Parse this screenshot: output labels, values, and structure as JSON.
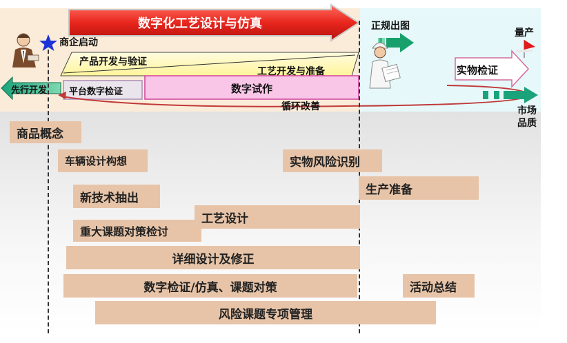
{
  "header": {
    "banner": "数字化工艺设计与仿真",
    "milestone_start": "商企启动",
    "milestone_drawing": "正规出图",
    "milestone_mass": "量产"
  },
  "phases": {
    "product_dev": "产品开发与验证",
    "process_dev": "工艺开发与准备",
    "advance_dev": "先行开发",
    "platform_check": "平台数字检证",
    "digital_trial": "数字试作",
    "physical_check": "实物检证",
    "cycle": "循环改善",
    "market_quality": "市场\n品质"
  },
  "tasks": [
    {
      "label": "商品概念"
    },
    {
      "label": "车辆设计构想"
    },
    {
      "label": "实物风险识别"
    },
    {
      "label": "生产准备"
    },
    {
      "label": "新技术抽出"
    },
    {
      "label": "工艺设计"
    },
    {
      "label": "重大课题对策检讨"
    },
    {
      "label": "详细设计及修正"
    },
    {
      "label": "数字检证/仿真、课题对策"
    },
    {
      "label": "活动总结"
    },
    {
      "label": "风险课题专项管理"
    }
  ],
  "colors": {
    "banner": "#e8261d",
    "advance": "#1aa37a",
    "digital_trial": "#f9c6e8",
    "task": "#e7c4a8",
    "cycle": "#c0393a",
    "flag": "#e11b1b"
  }
}
